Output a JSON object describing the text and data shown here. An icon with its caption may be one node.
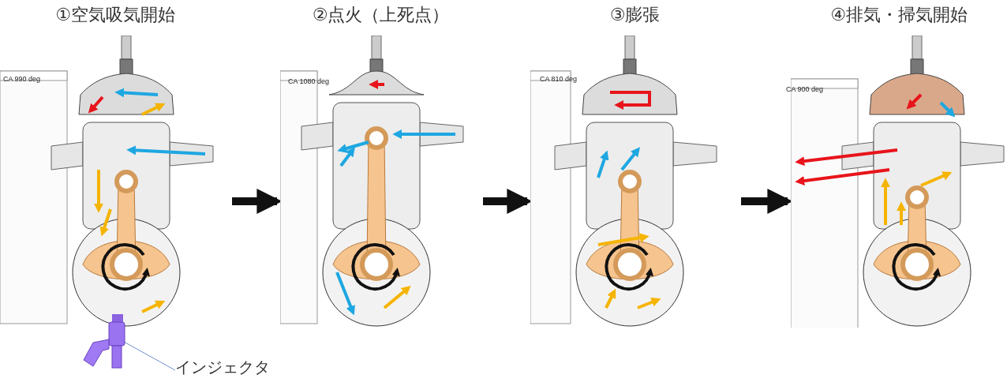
{
  "diagram": {
    "nodes": [
      {
        "text": [
          "①空気吸気開始",
          "CA  990 deg"
        ]
      },
      {
        "text": [
          "②点火（上死点）",
          "CA 1080 deg"
        ]
      },
      {
        "text": [
          "③膨張",
          "CA  810 deg"
        ]
      },
      {
        "text": [
          "④排気・掃気開始",
          "CA  900 deg"
        ]
      },
      {
        "text": [],
        "shape": "picture"
      },
      {
        "text": [
          "インジェクタ"
        ]
      }
    ],
    "edges": [
      {
        "from": 0,
        "to": 1,
        "arrow": "to"
      },
      {
        "from": 1,
        "to": 2,
        "arrow": "to"
      },
      {
        "from": 2,
        "to": 3,
        "arrow": "to"
      },
      {
        "from": 5,
        "to": 4,
        "arrow": "none",
        "color": "#6f8fce"
      }
    ]
  }
}
